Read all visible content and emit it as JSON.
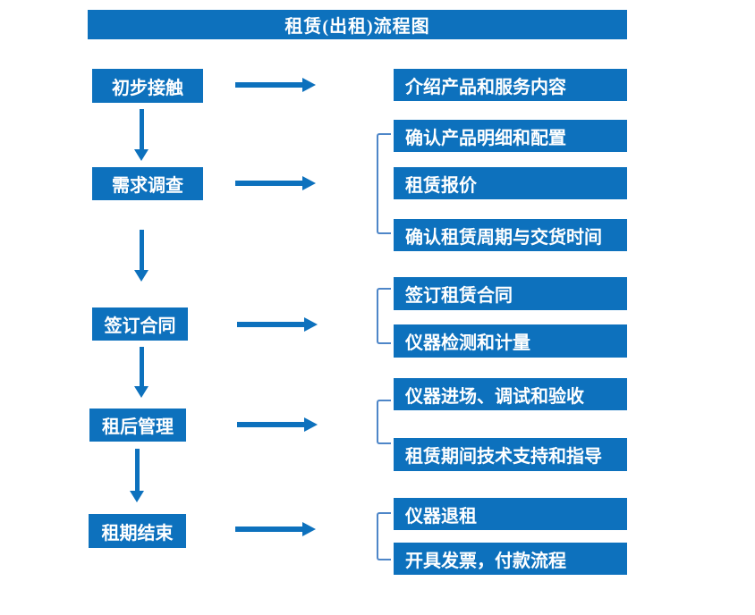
{
  "title": "租赁(出租)流程图",
  "colors": {
    "primary_blue": "#0d71bd",
    "bracket_blue": "#4e86c8",
    "text_white": "#ffffff",
    "background": "#ffffff"
  },
  "steps": [
    {
      "label": "初步接触",
      "details": [
        "介绍产品和服务内容"
      ]
    },
    {
      "label": "需求调查",
      "details": [
        "确认产品明细和配置",
        "租赁报价",
        "确认租赁周期与交货时间"
      ]
    },
    {
      "label": "签订合同",
      "details": [
        "签订租赁合同",
        "仪器检测和计量"
      ]
    },
    {
      "label": "租后管理",
      "details": [
        "仪器进场、调试和验收",
        "租赁期间技术支持和指导"
      ]
    },
    {
      "label": "租期结束",
      "details": [
        "仪器退租",
        "开具发票，付款流程"
      ]
    }
  ]
}
